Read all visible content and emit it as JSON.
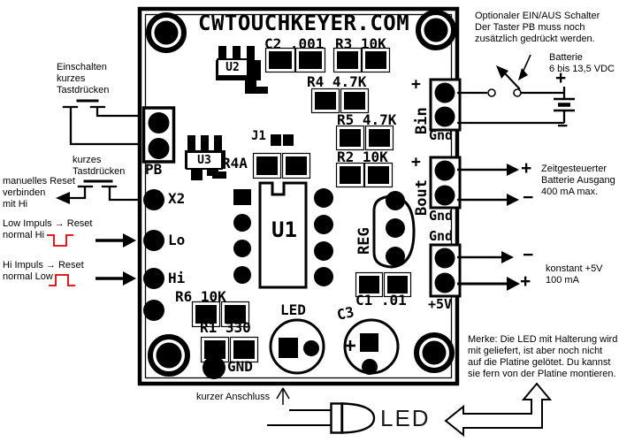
{
  "colors": {
    "ink": "#000000",
    "red": "#dd0000",
    "paper": "#ffffff"
  },
  "board": {
    "title": "CWTOUCHKEYER.COM",
    "refs": {
      "u1": "U1",
      "u2": "U2",
      "u3": "U3",
      "reg": "REG",
      "pb": "PB",
      "x2": "X2",
      "lo": "Lo",
      "hi": "Hi",
      "c2": "C2 .001",
      "r3": "R3 10K",
      "r4": "R4 4.7K",
      "r5": "R5 4.7K",
      "r2": "R2 10K",
      "j1": "J1",
      "r4a": "R4A",
      "r6": "R6 10K",
      "r1": "R1 330",
      "gnd": "GND",
      "led": "LED",
      "c3": "C3",
      "c1": "C1 .01"
    },
    "connectors": {
      "bin": {
        "name": "Bin",
        "plus": "+",
        "gnd": "Gnd"
      },
      "bout": {
        "name": "Bout",
        "plus": "+",
        "gnd": "Gnd"
      },
      "p5v": {
        "name": "+5V",
        "gnd": "Gnd"
      }
    }
  },
  "ann": {
    "power_on": "Einschalten\nkurzes\nTastdrücken",
    "reset_press": "kurzes\nTastdrücken",
    "manual_reset": "manuelles Reset\nverbinden\nmit Hi",
    "low_pulse": "Low Impuls → Reset\nnormal Hi",
    "hi_pulse": "Hi Impuls → Reset\nnormal Low",
    "switch_note": "Optionaler EIN/AUS Schalter\nDer Taster PB muss noch\nzusätzlich gedrückt werden.",
    "battery": "Batterie\n6 bis 13,5 VDC",
    "battery_plus": "+",
    "battery_minus": "−",
    "bout_plus": "+",
    "bout_minus": "−",
    "bout_note": "Zeitgesteuerter\nBatterie Ausgang\n400 mA max.",
    "p5_minus": "−",
    "p5_plus": "+",
    "p5_note": "konstant +5V\n100 mA",
    "merke": "Merke: Die LED mit Halterung wird\nmit geliefert, ist aber noch nicht\nauf die Platine gelötet. Du kannst\nsie fern von der Platine montieren.",
    "short_lead": "kurzer Anschluss",
    "led_symbol": "LED"
  }
}
